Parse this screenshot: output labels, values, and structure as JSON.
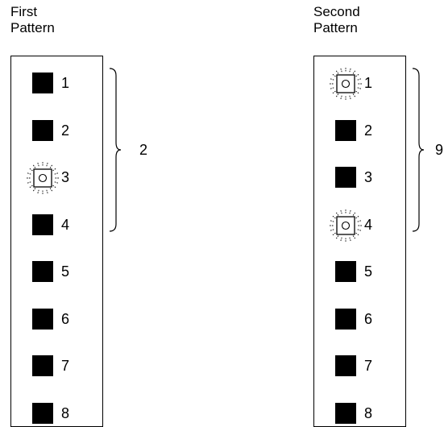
{
  "patterns": [
    {
      "title_line1": "First",
      "title_line2": "Pattern",
      "rows": [
        {
          "label": "1",
          "state": "off"
        },
        {
          "label": "2",
          "state": "off"
        },
        {
          "label": "3",
          "state": "lit"
        },
        {
          "label": "4",
          "state": "off"
        },
        {
          "label": "5",
          "state": "off"
        },
        {
          "label": "6",
          "state": "off"
        },
        {
          "label": "7",
          "state": "off"
        },
        {
          "label": "8",
          "state": "off"
        }
      ],
      "brace_label": "2"
    },
    {
      "title_line1": "Second",
      "title_line2": "Pattern",
      "rows": [
        {
          "label": "1",
          "state": "lit"
        },
        {
          "label": "2",
          "state": "off"
        },
        {
          "label": "3",
          "state": "off"
        },
        {
          "label": "4",
          "state": "lit"
        },
        {
          "label": "5",
          "state": "off"
        },
        {
          "label": "6",
          "state": "off"
        },
        {
          "label": "7",
          "state": "off"
        },
        {
          "label": "8",
          "state": "off"
        }
      ],
      "brace_label": "9"
    }
  ]
}
